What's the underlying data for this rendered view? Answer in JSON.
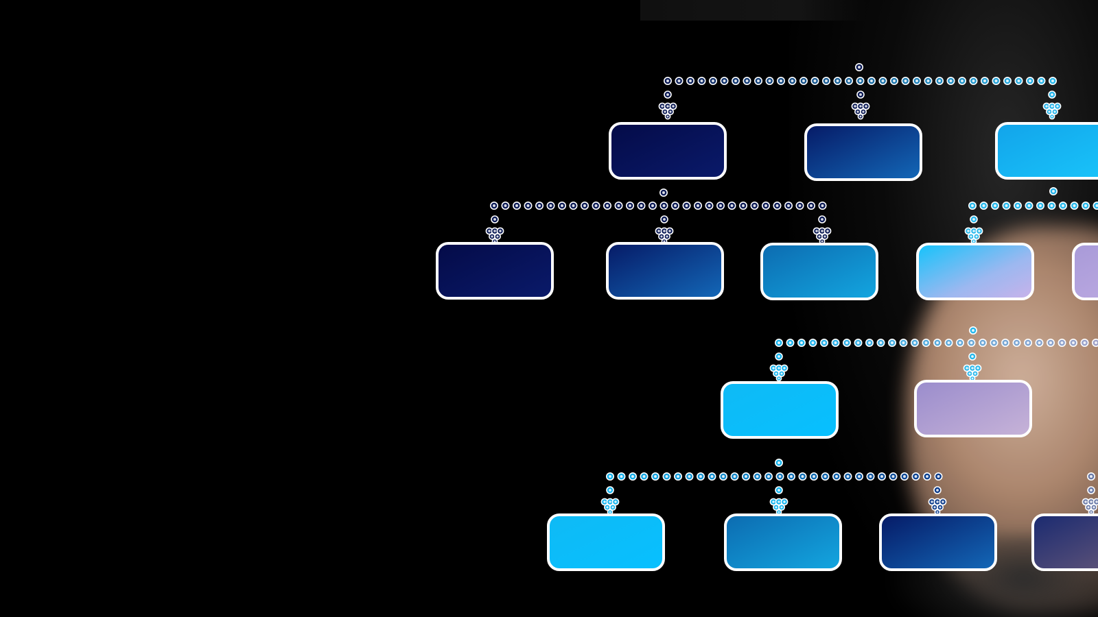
{
  "palette": {
    "background": "#000000",
    "box_border": "#ffffff",
    "connector_outline": "#ffffff",
    "navy": "#050d52",
    "deep_blue": "#0a3a8a",
    "mid_blue": "#0f84c8",
    "cyan": "#0bb8f2",
    "lilac": "#b7a8e0"
  },
  "chart_data": {
    "type": "diagram",
    "levels": [
      {
        "level": 1,
        "nodes": 3
      },
      {
        "level": 2,
        "nodes": 5
      },
      {
        "level": 3,
        "nodes": 2
      },
      {
        "level": 4,
        "nodes": 4
      }
    ]
  },
  "icons": [
    "connector-dot-icon",
    "branch-arrow-icon"
  ]
}
